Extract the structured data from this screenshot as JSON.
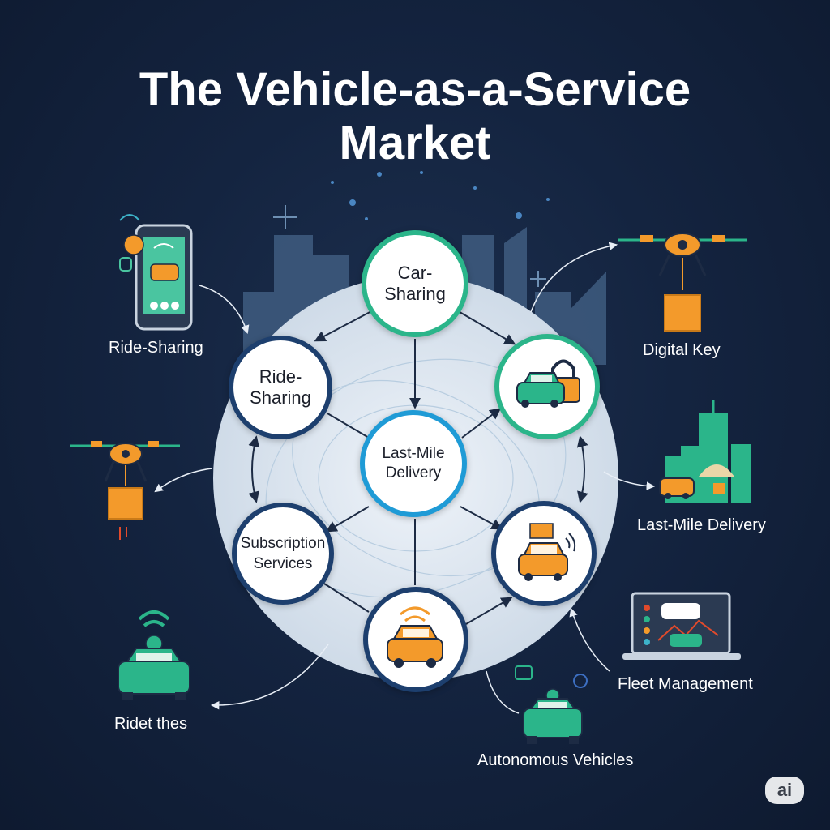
{
  "title": {
    "line1": "The Vehicle-as-a-Service",
    "line2": "Market"
  },
  "nodes": {
    "car_sharing": "Car-\nSharing",
    "ride_sharing": "Ride-\nSharing",
    "last_mile": "Last-Mile\nDelivery",
    "subscription": "Subscription\nServices"
  },
  "external_labels": {
    "ride_sharing": "Ride-Sharing",
    "digital_key": "Digital Key",
    "last_mile": "Last-Mile Delivery",
    "fleet": "Fleet Management",
    "autonomous": "Autonomous Vehicles",
    "ridet": "Ridet thes"
  },
  "badge": "ai",
  "colors": {
    "teal": "#2bb58a",
    "navy": "#1d3f6e",
    "blue": "#1f9bd6",
    "orange": "#f39a2b"
  }
}
